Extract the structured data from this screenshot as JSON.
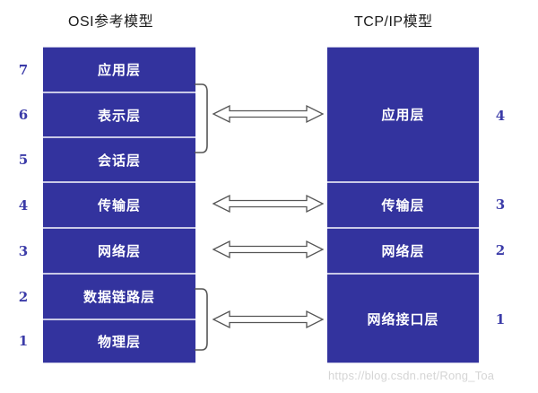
{
  "diagram": {
    "left_column": {
      "title": "OSI参考模型",
      "layers": [
        {
          "number": "7",
          "label": "应用层"
        },
        {
          "number": "6",
          "label": "表示层"
        },
        {
          "number": "5",
          "label": "会话层"
        },
        {
          "number": "4",
          "label": "传输层"
        },
        {
          "number": "3",
          "label": "网络层"
        },
        {
          "number": "2",
          "label": "数据链路层"
        },
        {
          "number": "1",
          "label": "物理层"
        }
      ]
    },
    "right_column": {
      "title": "TCP/IP模型",
      "layers": [
        {
          "number": "4",
          "label": "应用层",
          "spans": 3
        },
        {
          "number": "3",
          "label": "传输层",
          "spans": 1
        },
        {
          "number": "2",
          "label": "网络层",
          "spans": 1
        },
        {
          "number": "1",
          "label": "网络接口层",
          "spans": 2
        }
      ]
    },
    "mappings": [
      {
        "from": "应用层/表示层/会话层",
        "to": "应用层",
        "arrow": "double-headed"
      },
      {
        "from": "传输层",
        "to": "传输层",
        "arrow": "double-headed"
      },
      {
        "from": "网络层",
        "to": "网络层",
        "arrow": "double-headed"
      },
      {
        "from": "数据链路层/物理层",
        "to": "网络接口层",
        "arrow": "double-headed"
      }
    ],
    "colors": {
      "layer_fill": "#33339e",
      "layer_text": "#ffffff",
      "layer_divider": "#c9c9e6",
      "number_text": "#3b3ba8",
      "title_text": "#1a1a1a",
      "arrow_stroke": "#555555",
      "brace_stroke": "#555555",
      "background": "#ffffff",
      "watermark_text": "#d5d5d5"
    },
    "watermark": "https://blog.csdn.net/Rong_Toa"
  }
}
